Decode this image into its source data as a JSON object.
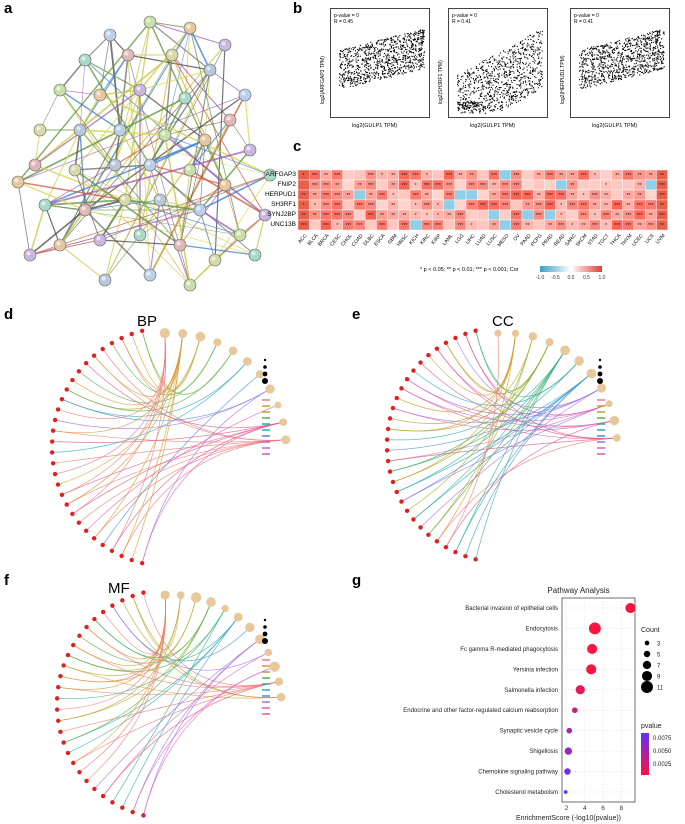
{
  "panels": {
    "a": "a",
    "b": "b",
    "c": "c",
    "d": "d",
    "e": "e",
    "f": "f",
    "g": "g"
  },
  "network": {
    "nodes": [],
    "note": ""
  },
  "scatter": [
    {
      "stat1": "p-value = 0",
      "stat2": "R = 0.45",
      "ylabel": "log2(ARFGAP3 TPM)",
      "xlabel": "log2(GULP1 TPM)"
    },
    {
      "stat1": "p-value = 0",
      "stat2": "R = 0.41",
      "ylabel": "log2(SH3RF1 TPM)",
      "xlabel": "log2(GULP1 TPM)"
    },
    {
      "stat1": "p-value = 0",
      "stat2": "R = 0.41",
      "ylabel": "log2(HERPUD1 TPM)",
      "xlabel": "log2(GULP1 TPM)"
    }
  ],
  "heatmap": {
    "rows": [
      "ARFGAP3",
      "FNIP2",
      "HERPUD1",
      "SH3RF1",
      "SYNJ2BP",
      "UNC13B"
    ],
    "cols": [
      "ACC",
      "BLCA",
      "BRCA",
      "CESC",
      "CHOL",
      "COAD",
      "DLBC",
      "ESCA",
      "GBM",
      "HNSC",
      "KICH",
      "KIRC",
      "KIRP",
      "LAML",
      "LGG",
      "LIHC",
      "LUAD",
      "LUSC",
      "MESO",
      "OV",
      "PAAD",
      "PCPG",
      "PRAD",
      "READ",
      "SARC",
      "SKCM",
      "STAD",
      "TGCT",
      "THCA",
      "THYM",
      "UCEC",
      "UCS",
      "UVM"
    ],
    "footnote": "* p < 0.05; ** p < 0.01; *** p < 0.001; Cor",
    "scale_ticks": [
      "-1.0",
      "-0.5",
      "0.0",
      "0.5",
      "1.0"
    ]
  },
  "chord_titles": {
    "bp": "BP",
    "cc": "CC",
    "mf": "MF"
  },
  "pathway": {
    "title": "Pathway Analysis",
    "xlabel": "EnrichmentScore (-log10(pvalue))",
    "count_title": "Count",
    "pvalue_title": "pvalue",
    "count_ticks": [
      "3",
      "5",
      "7",
      "9",
      "11"
    ],
    "pvalue_ticks": [
      "0.0075",
      "0.0050",
      "0.0025"
    ],
    "x_ticks": [
      "2",
      "4",
      "6",
      "8"
    ]
  },
  "chart_data": {
    "type": "scatter",
    "title": "Pathway Analysis",
    "xlabel": "EnrichmentScore (-log10(pvalue))",
    "xlim": [
      1.5,
      9.5
    ],
    "categories": [
      "Bacterial invasion of epithelial cells",
      "Endocytosis",
      "Fc gamma R-mediated phagocytosis",
      "Yersinia infection",
      "Salmonella infection",
      "Endocrine and other factor-regulated calcium reabsorption",
      "Synaptic vesicle cycle",
      "Shigellosis",
      "Chemokine signaling pathway",
      "Cholesterol metabolism"
    ],
    "x": [
      9.0,
      5.1,
      4.8,
      4.7,
      3.5,
      2.9,
      2.3,
      2.2,
      2.1,
      1.9
    ],
    "count": [
      9,
      11,
      9,
      9,
      8,
      4,
      4,
      6,
      5,
      2
    ],
    "pvalue": [
      0.0001,
      0.0002,
      0.0003,
      0.0003,
      0.0015,
      0.003,
      0.005,
      0.0062,
      0.0075,
      0.009
    ]
  }
}
